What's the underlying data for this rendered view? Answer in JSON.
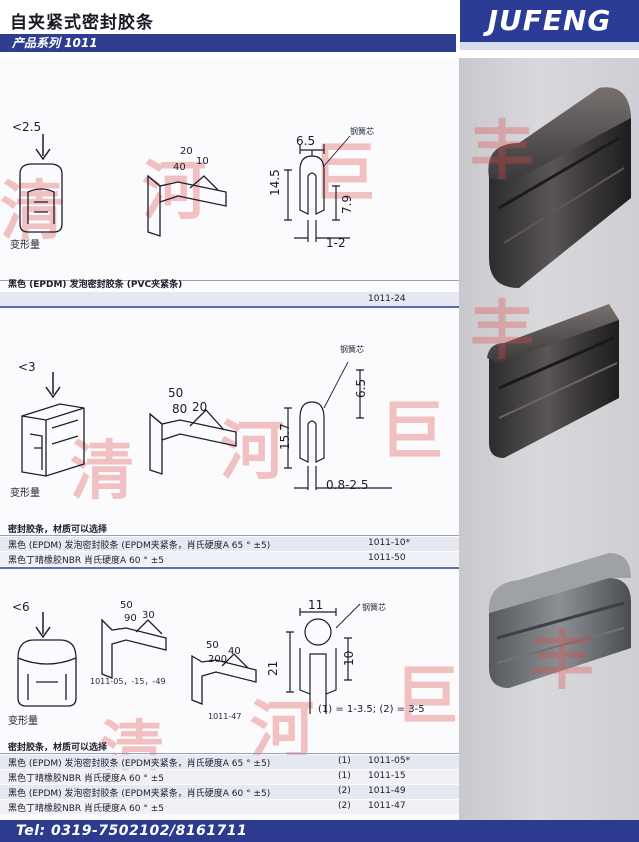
{
  "header": {
    "title": "自夹紧式密封胶条",
    "series": "产品系列 1011",
    "brand": "JUFENG"
  },
  "watermark": {
    "chars": [
      "清",
      "河",
      "巨",
      "丰"
    ]
  },
  "section1": {
    "deform_value": "<2.5",
    "deform_label": "变形量",
    "angles": [
      "20",
      "40",
      "10"
    ],
    "steel_core_label": "钢簧芯",
    "dims": {
      "w": "6.5",
      "h": "14.5",
      "inner": "7.9",
      "range": "1-2"
    },
    "desc": "黑色 (EPDM) 发泡密封胶条 (PVC夹紧条)",
    "code": "1011-24"
  },
  "section2": {
    "deform_value": "<3",
    "deform_label": "变形量",
    "angles": [
      "50",
      "80",
      "20"
    ],
    "steel_core_label": "钢簧芯",
    "dims": {
      "w": "6.5",
      "h": "15.7",
      "range": "0.8-2.5"
    },
    "heading": "密封胶条，材质可以选择",
    "rows": [
      {
        "desc": "黑色 (EPDM) 发泡密封胶条 (EPDM夹紧条，肖氏硬度A 65 ° ±5)",
        "code": "1011-10*"
      },
      {
        "desc": "黑色丁晴橡胶NBR 肖氏硬度A 60 ° ±5",
        "code": "1011-50"
      }
    ]
  },
  "section3": {
    "deform_value": "<6",
    "deform_label": "变形量",
    "angles_a": [
      "50",
      "90",
      "30"
    ],
    "angles_b": [
      "50",
      "200",
      "40"
    ],
    "codes_a": "1011-05，-15，-49",
    "codes_b": "1011-47",
    "steel_core_label": "钢簧芯",
    "dims": {
      "w": "11",
      "h": "21",
      "inner": "10",
      "range": "(1) = 1-3.5; (2) = 3-5"
    },
    "heading": "密封胶条，材质可以选择",
    "rows": [
      {
        "desc": "黑色 (EPDM) 发泡密封胶条 (EPDM夹紧条，肖氏硬度A 65 ° ±5)",
        "num": "(1)",
        "code": "1011-05*"
      },
      {
        "desc": "黑色丁晴橡胶NBR 肖氏硬度A 60 ° ±5",
        "num": "(1)",
        "code": "1011-15"
      },
      {
        "desc": "黑色 (EPDM) 发泡密封胶条 (EPDM夹紧条，肖氏硬度A 60 ° ±5)",
        "num": "(2)",
        "code": "1011-49"
      },
      {
        "desc": "黑色丁晴橡胶NBR 肖氏硬度A 60 ° ±5",
        "num": "(2)",
        "code": "1011-47"
      }
    ]
  },
  "footer": {
    "tel": "Tel: 0319-7502102/8161711"
  }
}
